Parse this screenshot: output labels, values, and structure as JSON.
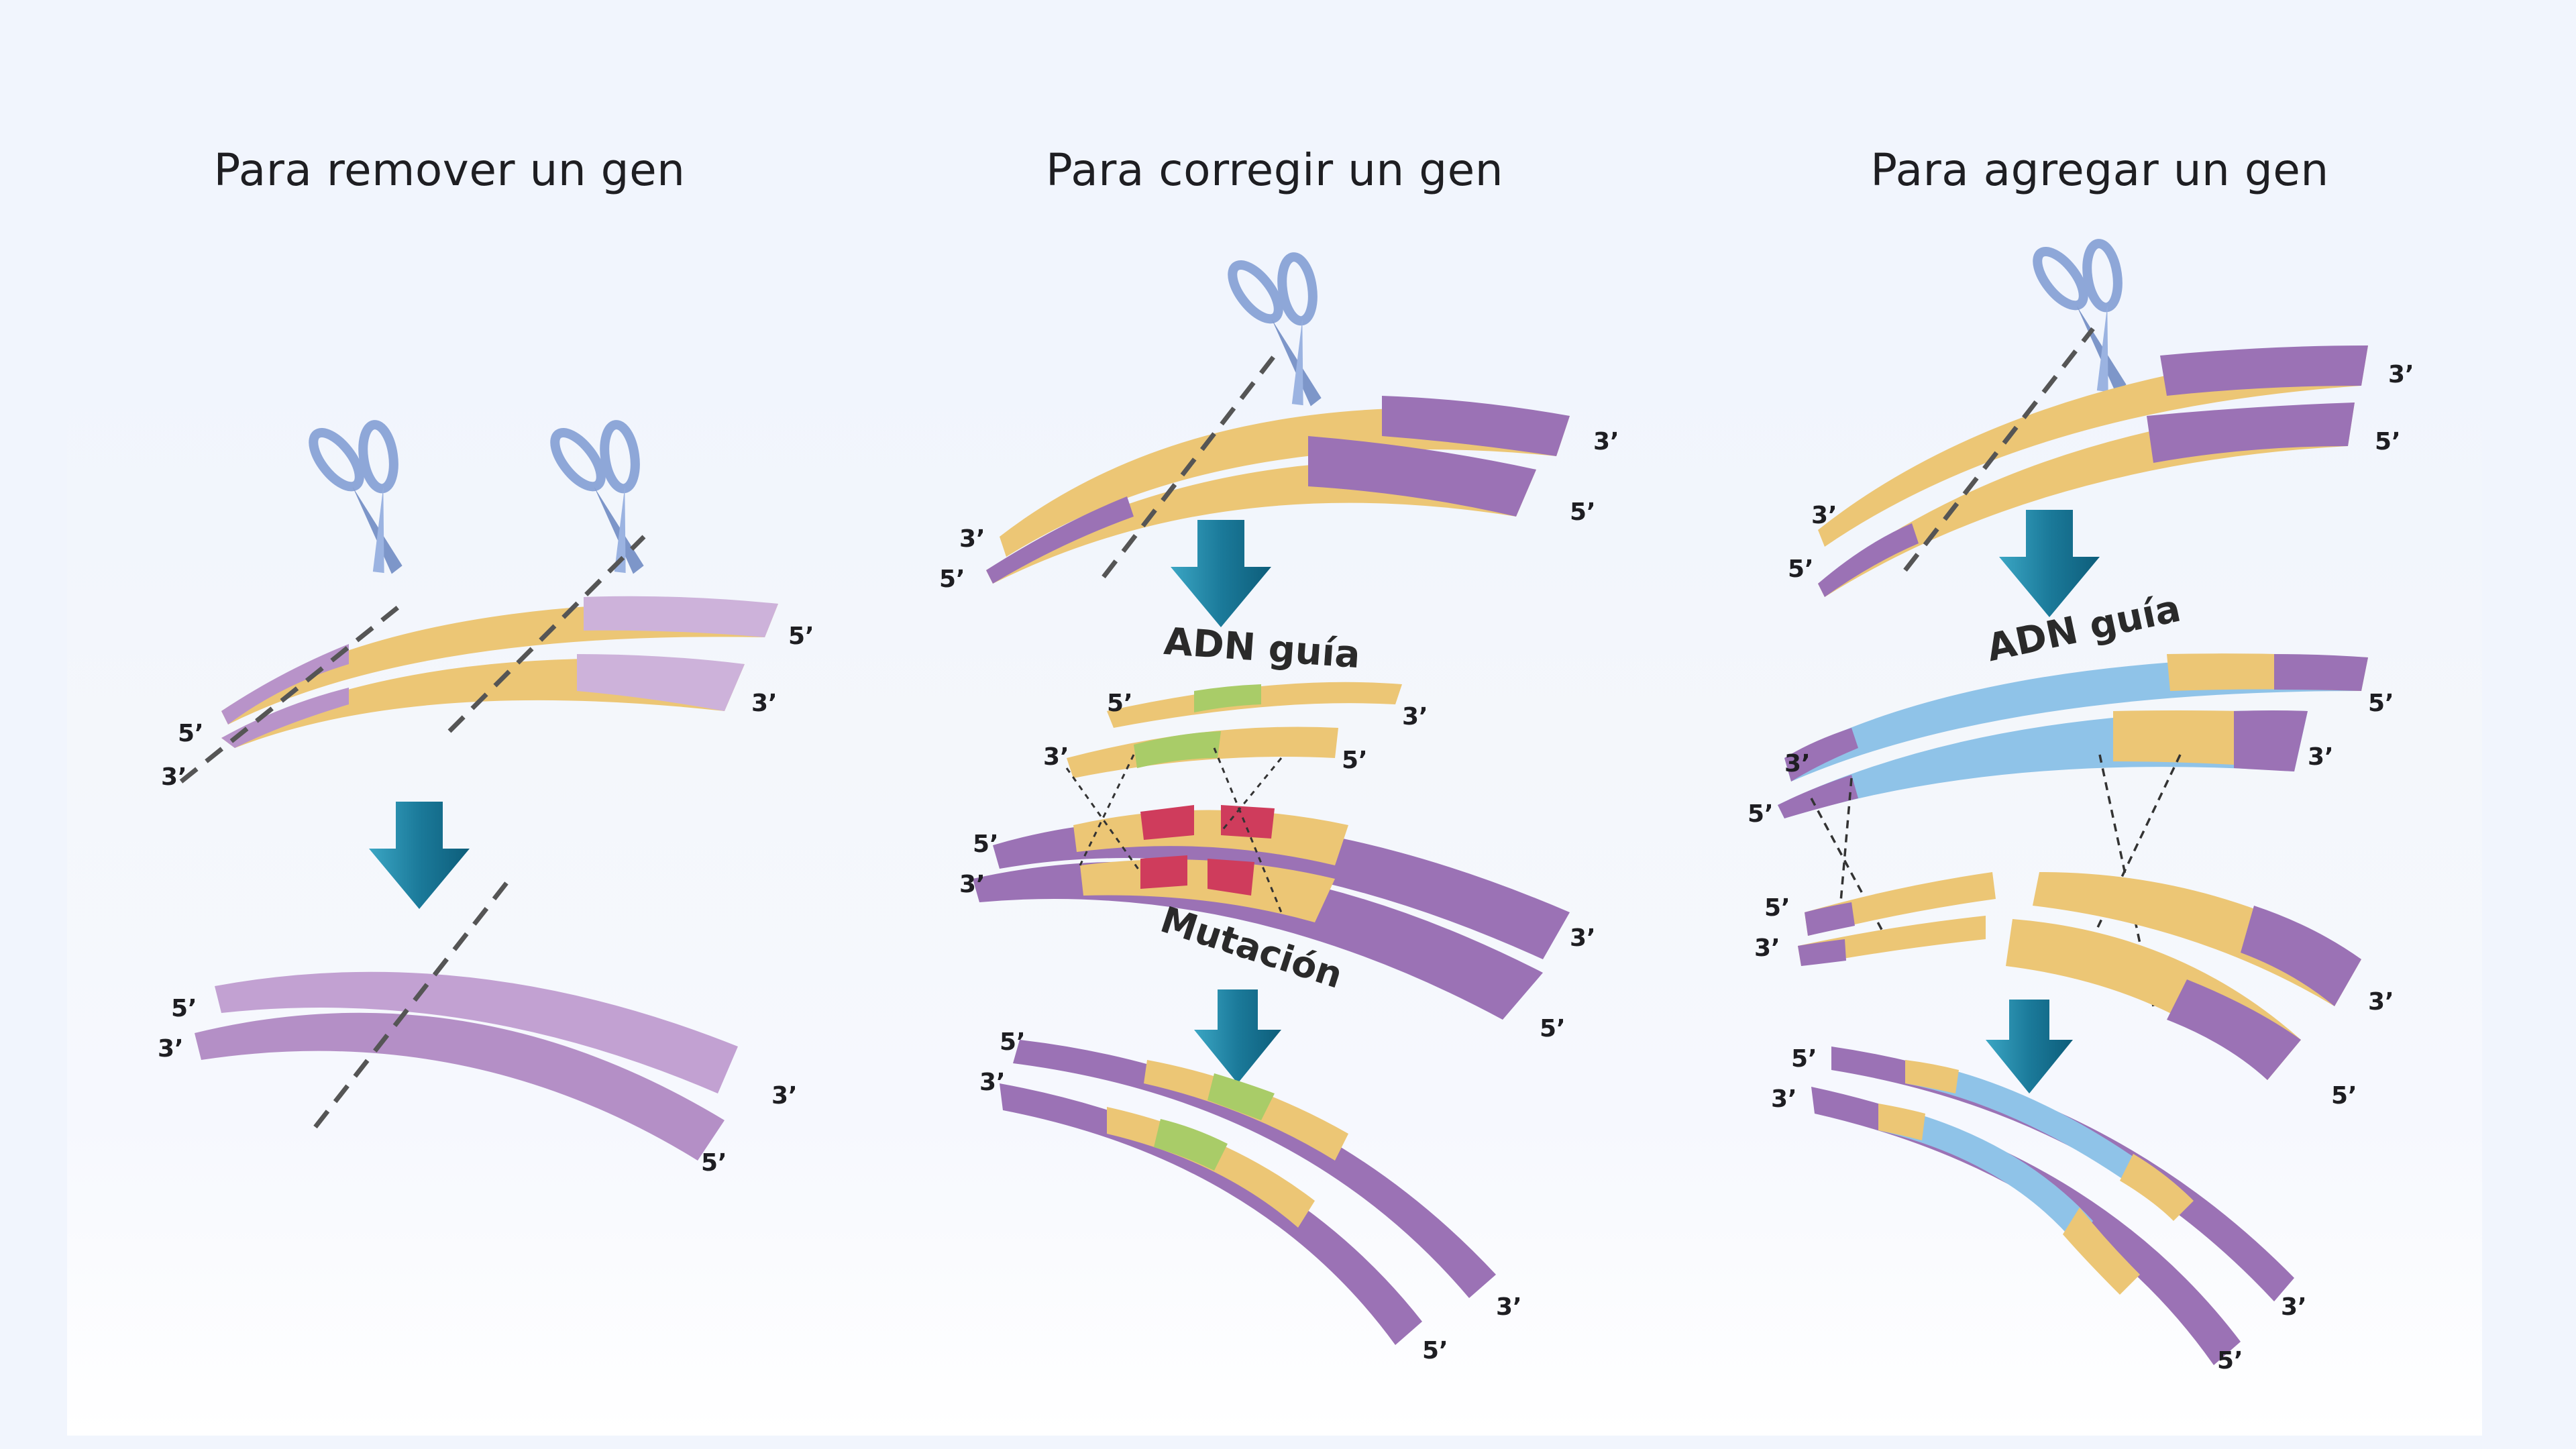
{
  "panels": [
    {
      "title": "Para remover un gen",
      "labels": [
        "5’",
        "3’",
        "5’",
        "3’",
        "5’",
        "3’",
        "3’",
        "5’"
      ]
    },
    {
      "title": "Para corregir un gen",
      "guide_caption": "ADN guía",
      "mutation_caption": "Mutación",
      "labels": [
        "3’",
        "5’",
        "3’",
        "5’",
        "5’",
        "3’",
        "3’",
        "5’",
        "5’",
        "3’",
        "3’",
        "5’",
        "5’",
        "3’",
        "3’",
        "5’"
      ]
    },
    {
      "title": "Para agregar un gen",
      "guide_caption": "ADN guía",
      "labels": [
        "3’",
        "5’",
        "3’",
        "5’",
        "3’",
        "5’",
        "5’",
        "3’",
        "5’",
        "3’",
        "3’",
        "5’",
        "5’",
        "3’",
        "3’",
        "5’"
      ]
    }
  ],
  "colors": {
    "purple": "#9b72b5",
    "purple_light": "#cdb2da",
    "gold": "#ecc675",
    "green": "#a9cc68",
    "blue": "#8fc3e8",
    "red": "#cf3c5c",
    "arrow": "#1b7a9a",
    "scissors": "#8ea7d8"
  }
}
